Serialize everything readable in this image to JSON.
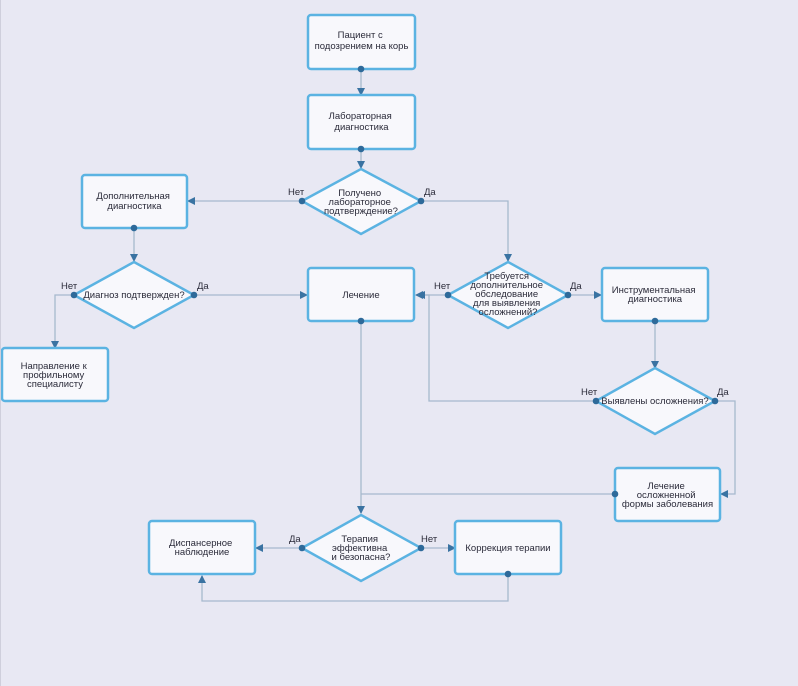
{
  "nodes": {
    "patient": [
      "Пациент с",
      "подозрением на корь"
    ],
    "lab": [
      "Лабораторная",
      "диагностика"
    ],
    "lab_confirmed": [
      "Получено",
      "лабораторное",
      "подтверждение?"
    ],
    "extra_diag": [
      "Дополнительная",
      "диагностика"
    ],
    "diag_confirmed": [
      "Диагноз подтвержден?"
    ],
    "referral": [
      "Направление к",
      "профильному",
      "специалисту"
    ],
    "treatment": [
      "Лечение"
    ],
    "need_exam": [
      "Требуется",
      "дополнительное",
      "обследование",
      "для выявления",
      "осложнений?"
    ],
    "instr_diag": [
      "Инструментальная",
      "диагностика"
    ],
    "complications": [
      "Выявлены осложнения?"
    ],
    "complicated_treatment": [
      "Лечение",
      "осложненной",
      "формы заболевания"
    ],
    "therapy_ok": [
      "Терапия",
      "эффективна",
      "и безопасна?"
    ],
    "dispensary": [
      "Диспансерное",
      "наблюдение"
    ],
    "correction": [
      "Коррекция терапии"
    ]
  },
  "labels": {
    "yes": "Да",
    "no": "Нет"
  },
  "colors": {
    "node_stroke": "#5bb3e2",
    "node_fill": "#f8f8fc",
    "connector": "#a6b9cd",
    "endpoint": "#2e6a9a",
    "background": "#e8e8f3"
  }
}
